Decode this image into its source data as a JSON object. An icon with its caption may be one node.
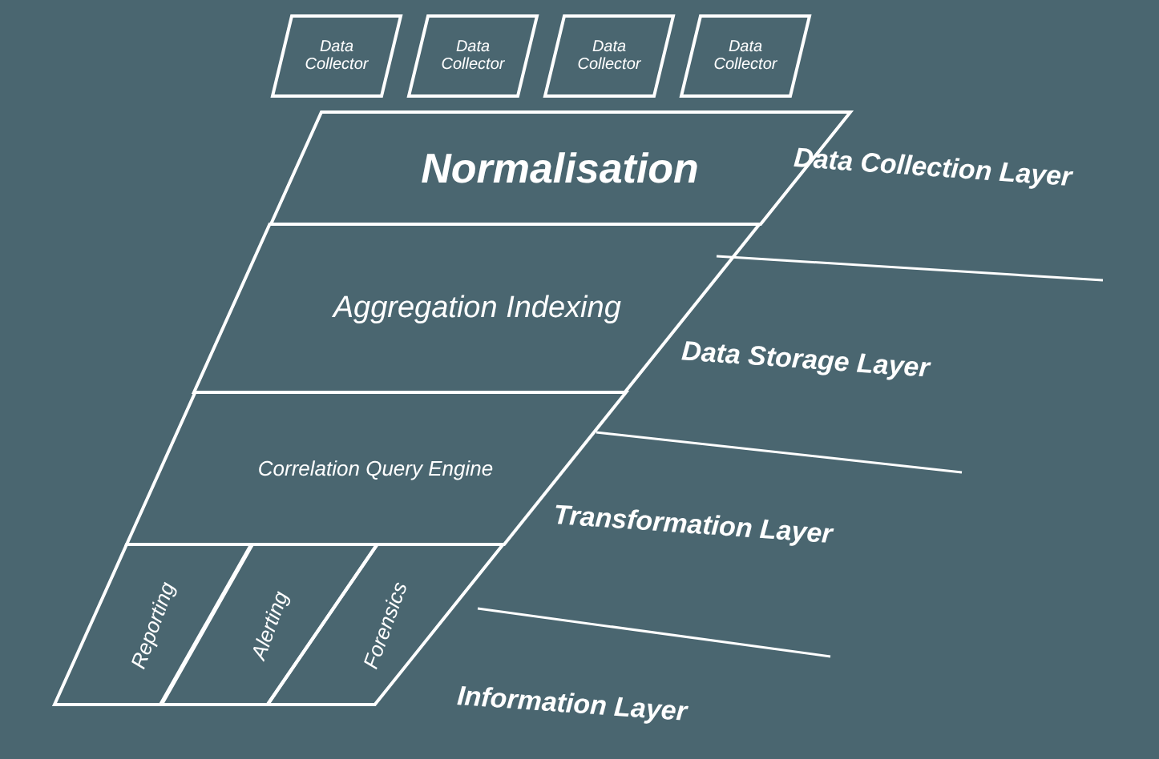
{
  "diagram": {
    "nodes": [
      {
        "text": [
          "Data Collector"
        ]
      },
      {
        "text": [
          "Data Collector"
        ]
      },
      {
        "text": [
          "Data Collector"
        ]
      },
      {
        "text": [
          "Data Collector"
        ]
      },
      {
        "text": [
          "Normalisation"
        ]
      },
      {
        "text": [
          "Aggregation Indexing"
        ]
      },
      {
        "text": [
          "Correlation Query Engine"
        ]
      },
      {
        "text": [
          "Reporting"
        ]
      },
      {
        "text": [
          "Alerting"
        ]
      },
      {
        "text": [
          "Forensics"
        ]
      }
    ],
    "labels": [
      "Data Collection Layer",
      "Data Storage Layer",
      "Transformation Layer",
      "Information Layer"
    ]
  }
}
